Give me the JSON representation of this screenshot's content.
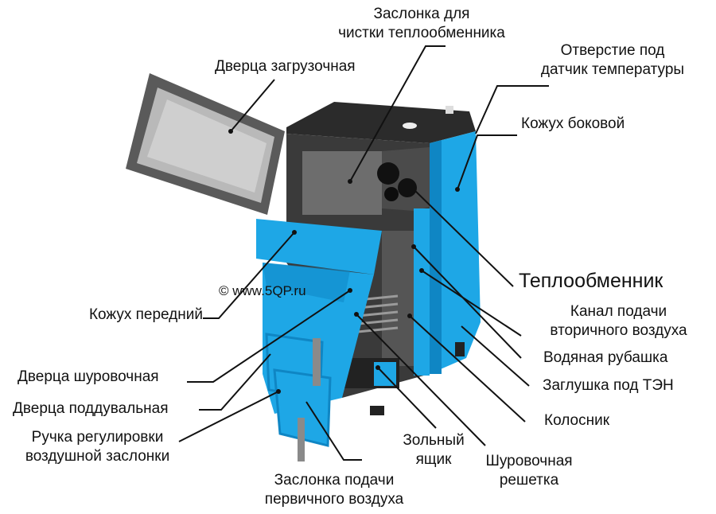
{
  "colors": {
    "body_blue": "#1ea7e6",
    "body_blue_dark": "#0f86c4",
    "metal_dark": "#2b2b2b",
    "door_grey": "#b9b9b9",
    "line": "#111111"
  },
  "watermark": "© www.5QP.ru",
  "labels": {
    "cleaning_damper": [
      "Заслонка для",
      "чистки теплообменника"
    ],
    "sensor_hole": [
      "Отверстие под",
      "датчик температуры"
    ],
    "loading_door": "Дверца загрузочная",
    "side_casing": "Кожух боковой",
    "heat_exchanger": "Теплообменник",
    "front_casing": "Кожух передний",
    "secondary_air_channel": [
      "Канал подачи",
      "вторичного воздуха"
    ],
    "water_jacket": "Водяная рубашка",
    "heater_plug": "Заглушка под ТЭН",
    "poking_door": "Дверца шуровочная",
    "ash_door": "Дверца поддувальная",
    "grate": "Колосник",
    "air_damper_handle": [
      "Ручка регулировки",
      "воздушной заслонки"
    ],
    "ash_box": [
      "Зольный",
      "ящик"
    ],
    "poking_grate": [
      "Шуровочная",
      "решетка"
    ],
    "primary_air_damper": [
      "Заслонка подачи",
      "первичного воздуха"
    ]
  }
}
